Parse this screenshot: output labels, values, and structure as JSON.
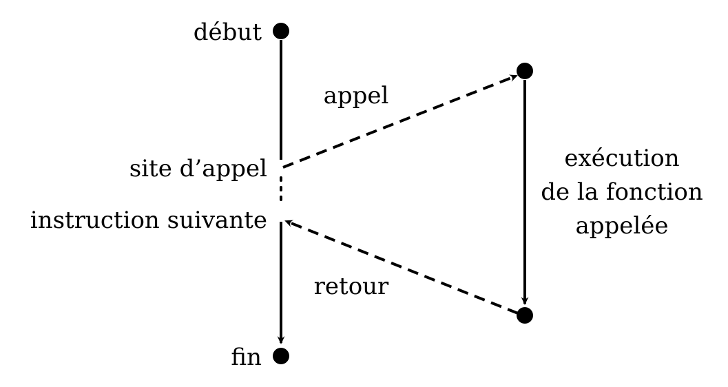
{
  "nodes": {
    "start": "début",
    "end": "fin",
    "call_site": "site d’appel",
    "next_instruction": "instruction suivante"
  },
  "edges": {
    "call": "appel",
    "return": "retour"
  },
  "callee": {
    "line1": "exécution",
    "line2": "de la fonction",
    "line3": "appelée"
  },
  "colors": {
    "ink": "#000000",
    "background": "#ffffff"
  }
}
